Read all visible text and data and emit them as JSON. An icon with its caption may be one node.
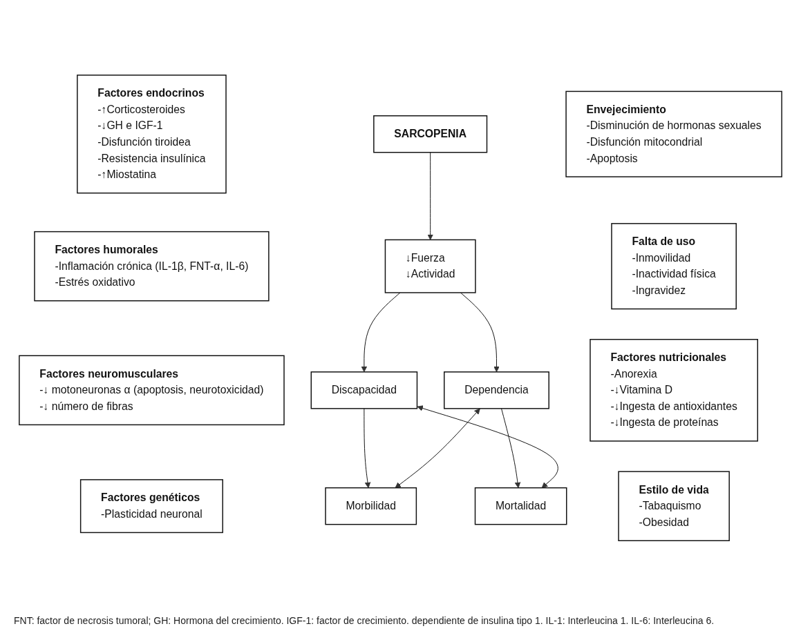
{
  "diagram": {
    "caption": "FNT: factor de necrosis tumoral; GH: Hormona del crecimiento. IGF-1: factor de crecimiento. dependiente de insulina tipo 1. IL-1: Interleucina 1. IL-6: Interleucina 6.",
    "nodes": [
      {
        "text": [
          "Factores endocrinos",
          "-↑Corticosteroides",
          "-↓GH e IGF-1",
          "-Disfunción tiroidea",
          "-Resistencia insulínica",
          "-↑Miostatina"
        ]
      },
      {
        "text": [
          "Factores humorales",
          "-Inflamación crónica (IL-1β, FNT-α, IL-6)",
          "-Estrés oxidativo"
        ]
      },
      {
        "text": [
          "Factores neuromusculares",
          "-↓ motoneuronas α (apoptosis, neurotoxicidad)",
          "-↓ número de fibras"
        ]
      },
      {
        "text": [
          "Factores genéticos",
          "-Plasticidad neuronal"
        ]
      },
      {
        "text": [
          "SARCOPENIA"
        ]
      },
      {
        "text": [
          "↓Fuerza",
          "↓Actividad"
        ]
      },
      {
        "text": [
          "Discapacidad"
        ]
      },
      {
        "text": [
          "Dependencia"
        ]
      },
      {
        "text": [
          "Morbilidad"
        ]
      },
      {
        "text": [
          "Mortalidad"
        ]
      },
      {
        "text": [
          "Envejecimiento",
          "-Disminución de hormonas sexuales",
          "-Disfunción mitocondrial",
          "-Apoptosis"
        ]
      },
      {
        "text": [
          "Falta de uso",
          "-Inmovilidad",
          "-Inactividad física",
          "-Ingravidez"
        ]
      },
      {
        "text": [
          "Factores nutricionales",
          "-Anorexia",
          "-↓Vitamina D",
          "-↓Ingesta de antioxidantes",
          "-↓Ingesta de proteínas"
        ]
      },
      {
        "text": [
          "Estilo de vida",
          "-Tabaquismo",
          "-Obesidad"
        ]
      }
    ],
    "edges": [
      {
        "from": 4,
        "to": 5,
        "arrow": "to"
      },
      {
        "from": 5,
        "to": 6,
        "arrow": "to"
      },
      {
        "from": 5,
        "to": 7,
        "arrow": "to"
      },
      {
        "from": 6,
        "to": 8,
        "arrow": "to"
      },
      {
        "from": 7,
        "to": 9,
        "arrow": "to"
      },
      {
        "from": 6,
        "to": 9,
        "arrow": "both"
      },
      {
        "from": 7,
        "to": 8,
        "arrow": "both"
      }
    ]
  }
}
